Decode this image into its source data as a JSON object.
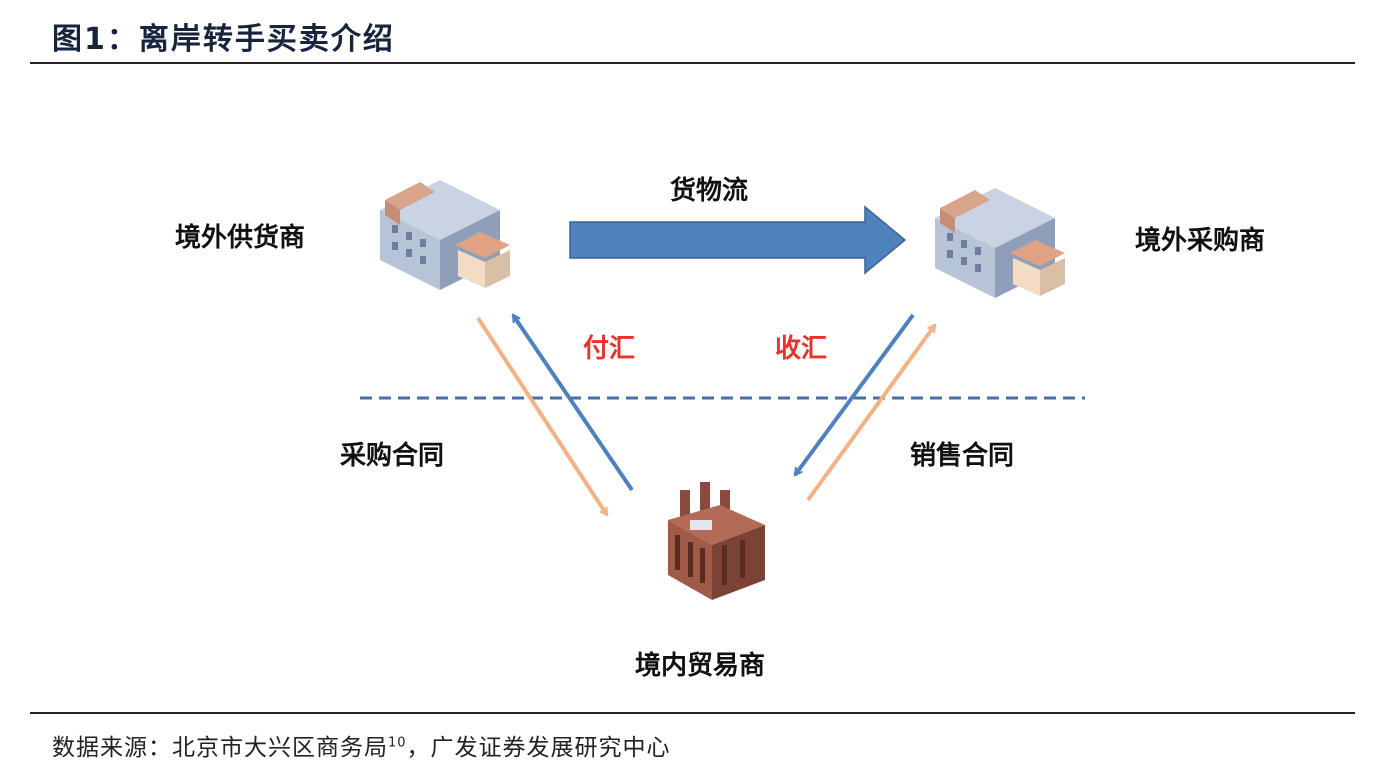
{
  "title": "图1：离岸转手买卖介绍",
  "nodes": {
    "supplier": "境外供货商",
    "buyer": "境外采购商",
    "trader": "境内贸易商"
  },
  "flows": {
    "goods": "货物流",
    "payment": "付汇",
    "receipt": "收汇",
    "purchase_contract": "采购合同",
    "sales_contract": "销售合同"
  },
  "source": {
    "text": "数据来源：北京市大兴区商务局",
    "ref": "10",
    "text2": "，广发证券发展研究中心"
  },
  "colors": {
    "blue_arrow": "#4f81bd",
    "orange_arrow": "#f4b183",
    "red_text": "#e8332a",
    "dashed_line": "#4a6fa5"
  }
}
